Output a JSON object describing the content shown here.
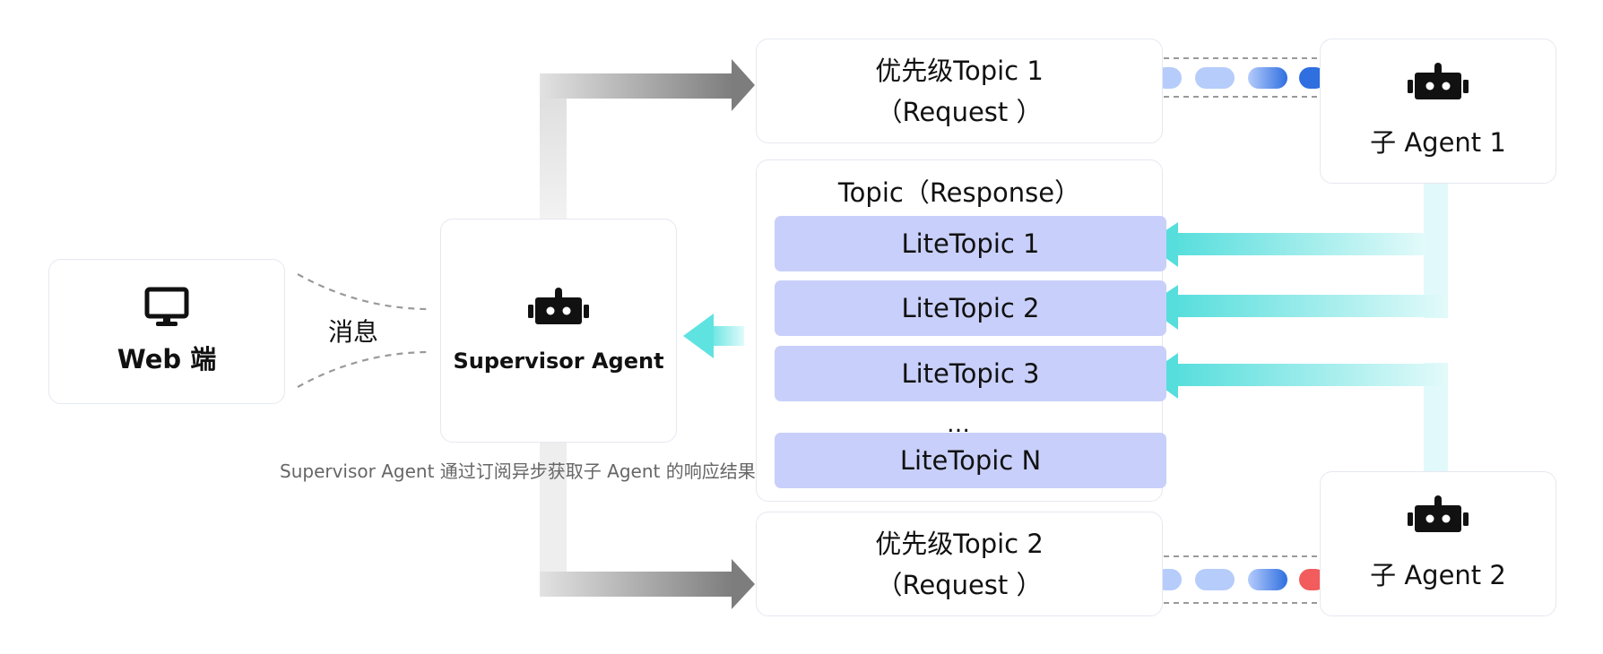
{
  "web": {
    "label": "Web 端",
    "icon": "monitor-icon"
  },
  "message_label": "消息",
  "supervisor": {
    "label": "Supervisor Agent",
    "icon": "robot-icon"
  },
  "caption": "Supervisor Agent 通过订阅异步获取子 Agent 的响应结果",
  "priority_topic_1": {
    "line1": "优先级Topic 1",
    "line2": "（Request ）"
  },
  "priority_topic_2": {
    "line1": "优先级Topic 2",
    "line2": "（Request ）"
  },
  "response_topic": {
    "title": "Topic（Response）",
    "items": [
      "LiteTopic 1",
      "LiteTopic 2",
      "LiteTopic 3",
      "LiteTopic N"
    ],
    "ellipsis": "…"
  },
  "sub_agent_1": {
    "label": "子 Agent 1",
    "icon": "robot-icon"
  },
  "sub_agent_2": {
    "label": "子 Agent 2",
    "icon": "robot-icon"
  },
  "colors": {
    "lite_topic_fill": "#c8cffa",
    "card_border": "#e6e8f0",
    "request_arrow": "#8a8a8a",
    "response_arrow": "#5fe0e0",
    "queue_light": "#b6ccfb",
    "queue_dark": "#2f6fe0",
    "queue_red": "#f25c5c"
  }
}
